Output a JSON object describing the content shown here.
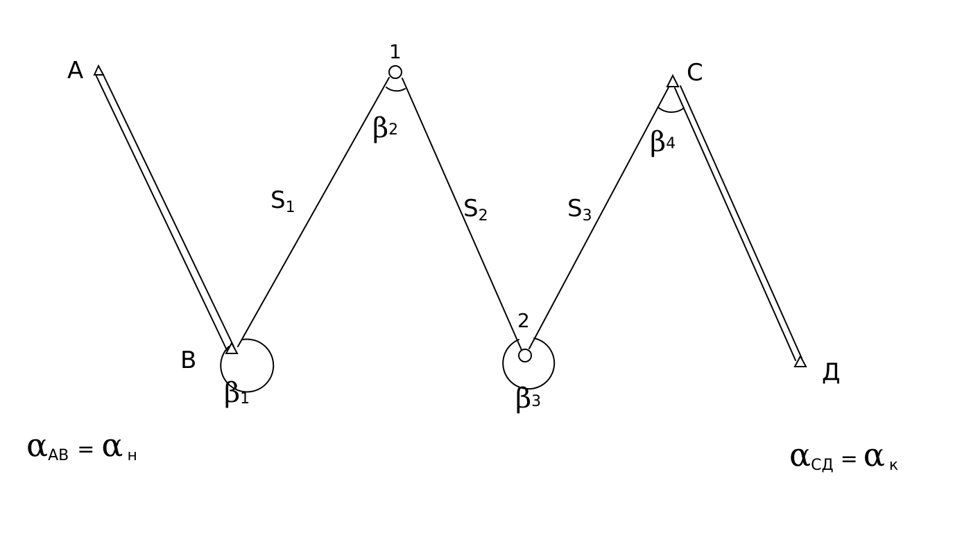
{
  "points": {
    "A": "A",
    "B": "B",
    "C": "C",
    "D": "Д",
    "p1": "1",
    "p2": "2"
  },
  "sides": [
    {
      "main": "S",
      "sub": "1"
    },
    {
      "main": "S",
      "sub": "2"
    },
    {
      "main": "S",
      "sub": "3"
    }
  ],
  "angles": [
    {
      "main": "β",
      "sub": "1"
    },
    {
      "main": "β",
      "sub": "2"
    },
    {
      "main": "β",
      "sub": "3"
    },
    {
      "main": "β",
      "sub": "4"
    }
  ],
  "formulas": {
    "start": {
      "lhs": "α",
      "lhs_sub": "AB",
      "eq": "=",
      "rhs": "α",
      "rhs_sub": "н"
    },
    "end": {
      "lhs": "α",
      "lhs_sub": "CД",
      "eq": "=",
      "rhs": "α",
      "rhs_sub": "к"
    }
  }
}
